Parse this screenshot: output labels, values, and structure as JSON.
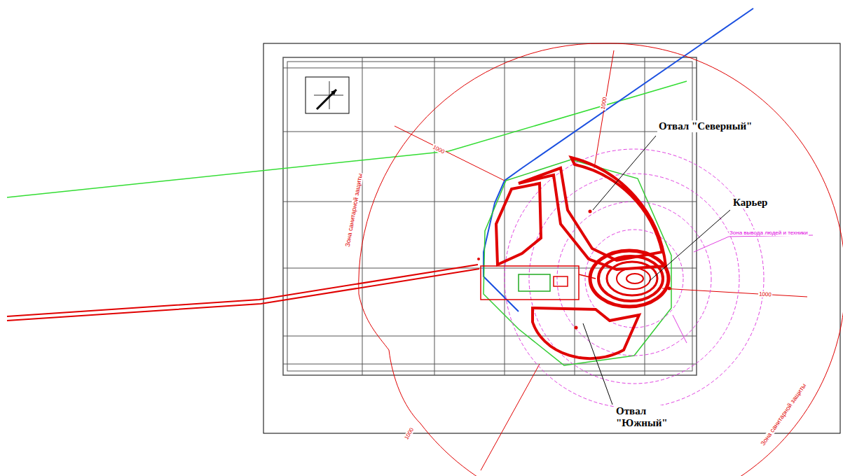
{
  "diagram": {
    "labels": [
      "Отвал \"Северный\"",
      "Карьер",
      "Отвал \"Южный\"",
      "Зона санитарной защиты",
      "Зона санитарной защиты",
      "Зона вывода людей и техники",
      "1000",
      "1000",
      "1000",
      "1000"
    ]
  }
}
